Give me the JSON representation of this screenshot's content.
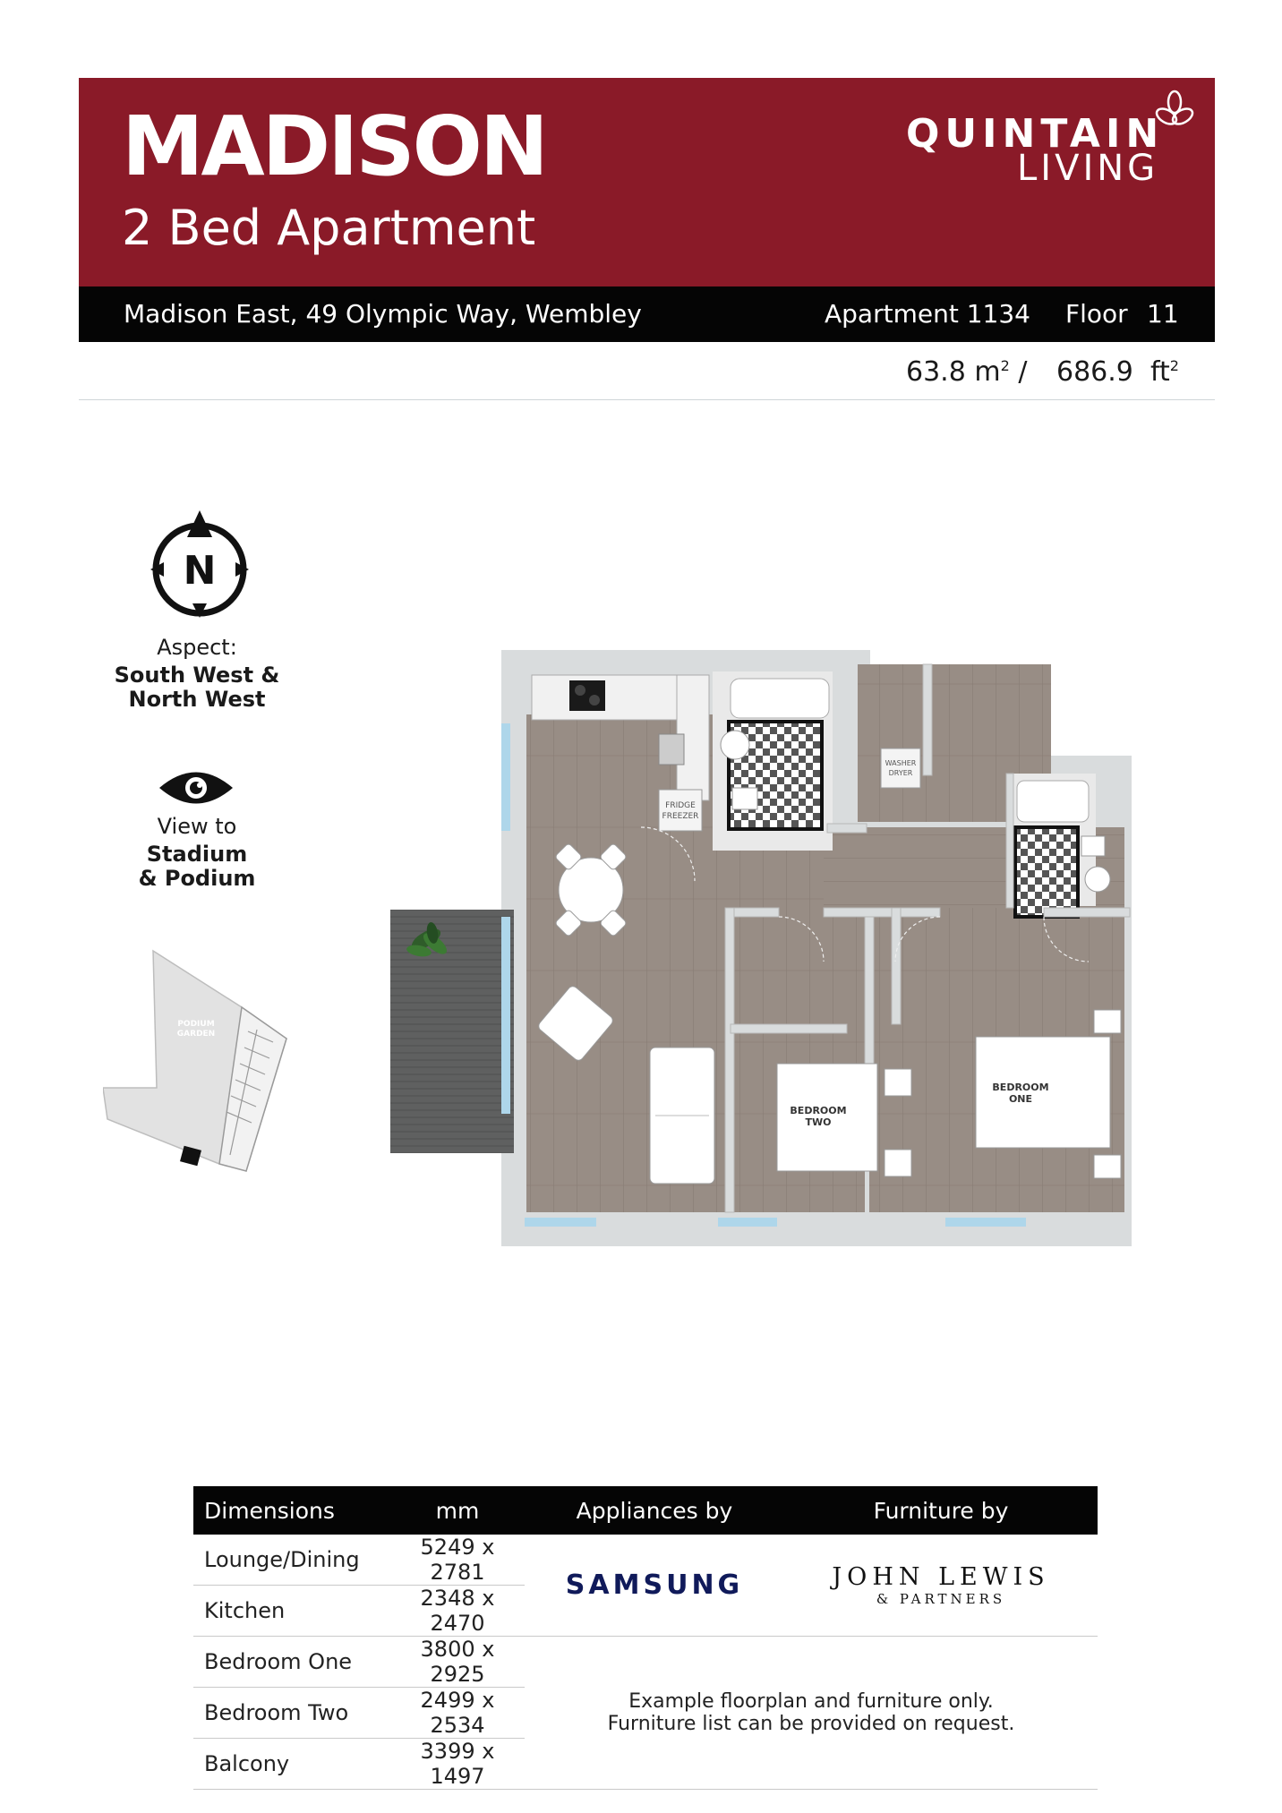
{
  "header": {
    "title": "MADISON",
    "subtitle": "2 Bed Apartment",
    "brand_line1": "QUINTAIN",
    "brand_line2": "LIVING",
    "brand_color": "#8a1a28"
  },
  "info_bar": {
    "address": "Madison East, 49 Olympic Way, Wembley",
    "apartment": "Apartment 1134",
    "floor_label": "Floor",
    "floor_value": "11"
  },
  "area": {
    "sqm": "63.8",
    "sqm_unit": "m",
    "separator": "/",
    "sqft": "686.9",
    "sqft_unit": "ft",
    "unit_exponent": "2"
  },
  "compass": {
    "letter": "N",
    "icon": "north-compass-icon"
  },
  "aspect": {
    "label": "Aspect:",
    "line1": "South West &",
    "line2": "North West"
  },
  "view": {
    "icon": "eye-icon",
    "label": "View to",
    "line1": "Stadium",
    "line2": "& Podium"
  },
  "site_plan": {
    "label_line1": "PODIUM",
    "label_line2": "GARDEN"
  },
  "floorplan_labels": {
    "washer": "WASHER",
    "dryer": "DRYER",
    "fridge": "FRIDGE",
    "freezer": "FREEZER",
    "bedroom_two_l1": "BEDROOM",
    "bedroom_two_l2": "TWO",
    "bedroom_one_l1": "BEDROOM",
    "bedroom_one_l2": "ONE"
  },
  "table": {
    "headers": [
      "Dimensions",
      "mm",
      "Appliances by",
      "Furniture by"
    ],
    "rows": [
      {
        "room": "Lounge/Dining",
        "mm": "5249 x 2781"
      },
      {
        "room": "Kitchen",
        "mm": "2348 x 2470"
      },
      {
        "room": "Bedroom One",
        "mm": "3800 x 2925"
      },
      {
        "room": "Bedroom Two",
        "mm": "2499 x 2534"
      },
      {
        "room": "Balcony",
        "mm": "3399 x 1497"
      }
    ],
    "appliances_brand": "SAMSUNG",
    "furniture_brand_line1": "JOHN LEWIS",
    "furniture_brand_line2": "& PARTNERS",
    "note_line1": "Example floorplan and furniture only.",
    "note_line2": "Furniture list can be provided on request."
  }
}
